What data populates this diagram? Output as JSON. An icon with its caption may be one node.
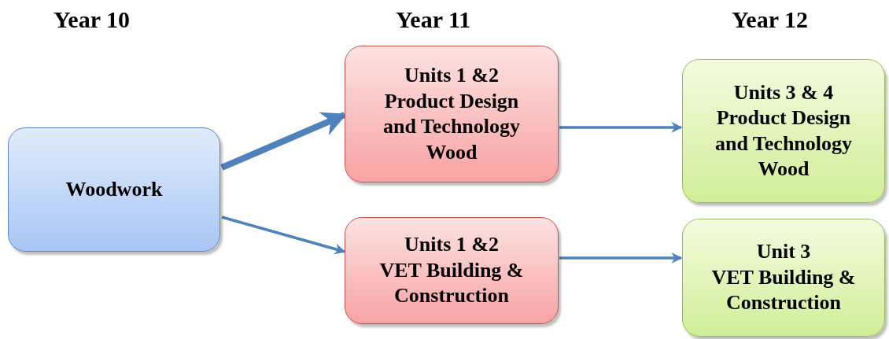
{
  "diagram": {
    "nodes": [
      {
        "text": [
          "Woodwork"
        ]
      },
      {
        "text": [
          "Units 1 &2",
          "Product Design and Technology Wood"
        ]
      },
      {
        "text": [
          "Units 1 &2",
          "VET Building & Construction"
        ]
      },
      {
        "text": [
          "Units 3 & 4",
          "Product Design and Technology Wood"
        ]
      },
      {
        "text": [
          "Unit 3",
          "VET Building & Construction"
        ]
      }
    ],
    "edges": [
      {
        "from": 0,
        "to": 1,
        "arrow": "to",
        "style": "thick"
      },
      {
        "from": 0,
        "to": 2,
        "arrow": "to"
      },
      {
        "from": 1,
        "to": 3,
        "arrow": "to"
      },
      {
        "from": 2,
        "to": 4,
        "arrow": "to"
      }
    ],
    "labels": [
      "Year 10",
      "Year 11",
      "Year 12"
    ]
  }
}
